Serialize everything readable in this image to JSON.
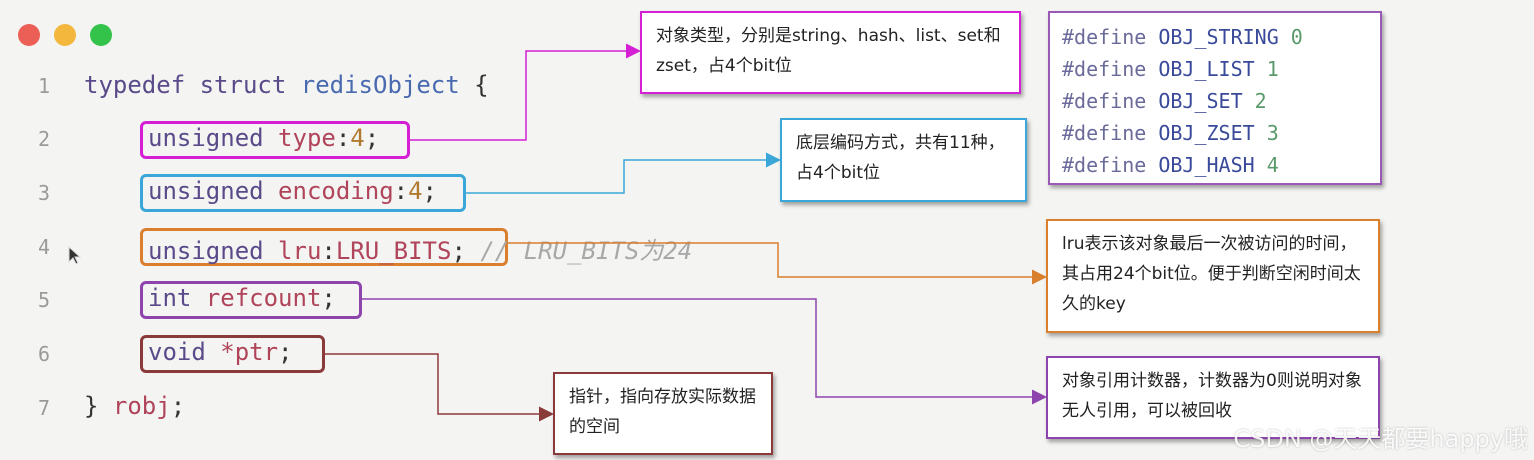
{
  "window_dots": {
    "red": "#ec5f57",
    "yellow": "#f3b73e",
    "green": "#33c24a"
  },
  "line_numbers": [
    "1",
    "2",
    "3",
    "4",
    "5",
    "6",
    "7"
  ],
  "code": {
    "l1_kw": "typedef struct ",
    "l1_ty": "redisObject",
    "l1_pn": " {",
    "l2_kw": "unsigned ",
    "l2_fld": "type",
    "l2_colon": ":",
    "l2_num": "4",
    "l2_semi": ";",
    "l3_kw": "unsigned ",
    "l3_fld": "encoding",
    "l3_colon": ":",
    "l3_num": "4",
    "l3_semi": ";",
    "l4_kw": "unsigned ",
    "l4_fld": "lru",
    "l4_colon": ":",
    "l4_num": "LRU_BITS",
    "l4_semi": ";",
    "l4_comment": " // LRU_BITS为24",
    "l5_kw": "int ",
    "l5_fld": "refcount",
    "l5_semi": ";",
    "l6_kw": "void ",
    "l6_fld": "*ptr",
    "l6_semi": ";",
    "l7_pn": "} ",
    "l7_fld": "robj",
    "l7_semi": ";"
  },
  "notes": {
    "type": "对象类型，分别是string、hash、list、set和zset，占4个bit位",
    "encoding": "底层编码方式，共有11种，占4个bit位",
    "lru": "lru表示该对象最后一次被访问的时间，其占用24个bit位。便于判断空闲时间太久的key",
    "refcount": "对象引用计数器，计数器为0则说明对象无人引用，可以被回收",
    "ptr": "指针，指向存放实际数据的空间"
  },
  "defines": [
    {
      "kw": "#define ",
      "name": "OBJ_STRING",
      "val": " 0"
    },
    {
      "kw": "#define ",
      "name": "OBJ_LIST",
      "val": " 1"
    },
    {
      "kw": "#define ",
      "name": "OBJ_SET",
      "val": " 2"
    },
    {
      "kw": "#define ",
      "name": "OBJ_ZSET",
      "val": " 3"
    },
    {
      "kw": "#define ",
      "name": "OBJ_HASH",
      "val": " 4"
    }
  ],
  "colors": {
    "type": "#d41fd4",
    "encoding": "#3aa7d8",
    "lru": "#d97f2e",
    "refcount": "#8e44ad",
    "ptr": "#8b3a3a"
  },
  "watermark": "CSDN @天天都要happy哦"
}
